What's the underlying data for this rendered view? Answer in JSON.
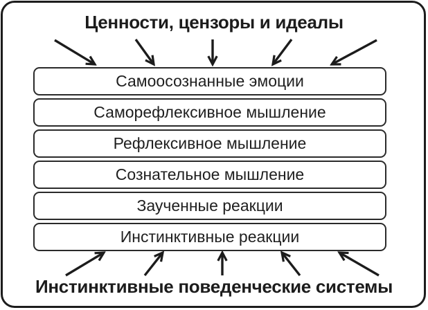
{
  "diagram": {
    "title_top": "Ценности, цензоры и идеалы",
    "title_bottom": "Инстинктивные поведенческие системы",
    "layers": [
      "Самоосознанные эмоции",
      "Саморефлексивное мышление",
      "Рефлексивное мышление",
      "Сознательное мышление",
      "Заученные реакции",
      "Инстинктивные реакции"
    ],
    "arrows": {
      "top_count": 5,
      "top_direction": "down-into-stack",
      "bottom_count": 5,
      "bottom_direction": "up-into-stack"
    },
    "colors": {
      "stroke": "#1c1c1c",
      "background": "#ffffff"
    }
  }
}
